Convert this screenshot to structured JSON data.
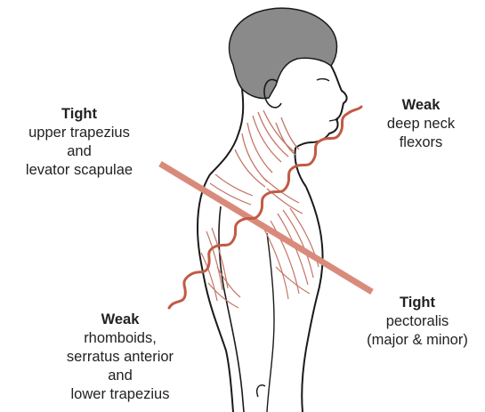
{
  "labels": {
    "top_left": {
      "heading": "Tight",
      "lines": [
        "upper trapezius",
        "and",
        "levator scapulae"
      ]
    },
    "top_right": {
      "heading": "Weak",
      "lines": [
        "deep neck",
        "flexors"
      ]
    },
    "bottom_left": {
      "heading": "Weak",
      "lines": [
        "rhomboids,",
        "serratus anterior",
        "and",
        "lower trapezius"
      ]
    },
    "bottom_right": {
      "heading": "Tight",
      "lines": [
        "pectoralis",
        "(major & minor)"
      ]
    }
  },
  "colors": {
    "tight_line": "#d98b7b",
    "weak_line": "#c25a45",
    "muscle": "#c47566",
    "outline": "#1a1a1a",
    "hair": "#8a8a8a",
    "skin": "#ffffff"
  }
}
